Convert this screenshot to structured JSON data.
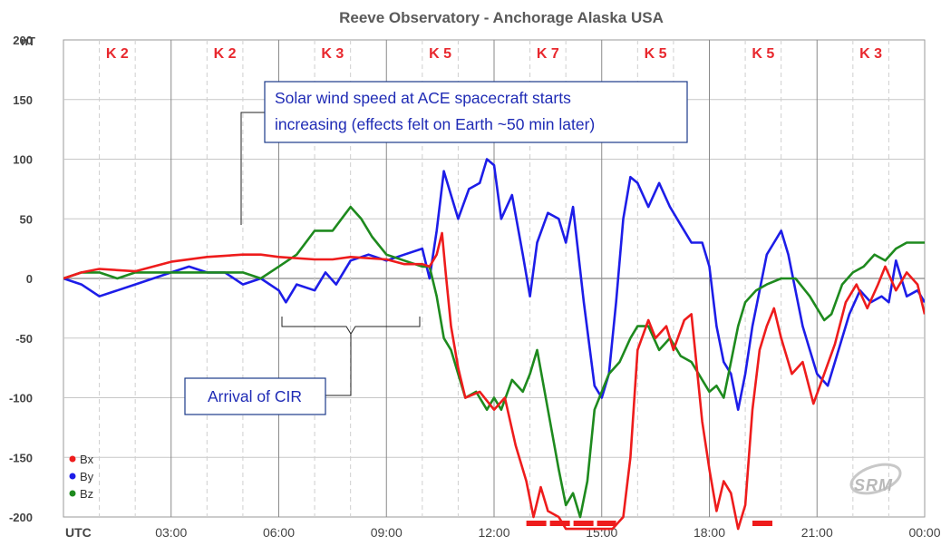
{
  "chart_data": {
    "type": "line",
    "title": "Reeve Observatory - Anchorage Alaska USA",
    "ylabel": "nT",
    "xlabel": "UTC",
    "ylim": [
      -200,
      200
    ],
    "y_ticks": [
      200,
      150,
      100,
      50,
      0,
      -50,
      -100,
      -150,
      -200
    ],
    "xlim": [
      0,
      24
    ],
    "x_tick_labels": [
      "UTC",
      "03:00",
      "06:00",
      "09:00",
      "12:00",
      "15:00",
      "18:00",
      "21:00",
      "00:00"
    ],
    "grid": true,
    "legend": "bottom-left",
    "k_index": [
      "K 2",
      "K 2",
      "K 3",
      "K 5",
      "K 7",
      "K 5",
      "K 5",
      "K 3"
    ],
    "annotations": [
      "Solar wind speed at ACE spacecraft starts increasing (effects felt on Earth ~50 min later)",
      "Arrival of CIR"
    ],
    "series": [
      {
        "name": "Bx",
        "color": "#ee1c1c",
        "points": [
          [
            0,
            0
          ],
          [
            0.5,
            5
          ],
          [
            1,
            8
          ],
          [
            2,
            6
          ],
          [
            3,
            14
          ],
          [
            4,
            18
          ],
          [
            5,
            20
          ],
          [
            5.5,
            20
          ],
          [
            6,
            18
          ],
          [
            7,
            16
          ],
          [
            7.5,
            16
          ],
          [
            8,
            18
          ],
          [
            9,
            16
          ],
          [
            9.5,
            12
          ],
          [
            10,
            12
          ],
          [
            10.2,
            10
          ],
          [
            10.4,
            20
          ],
          [
            10.55,
            38
          ],
          [
            10.65,
            5
          ],
          [
            10.8,
            -40
          ],
          [
            11,
            -75
          ],
          [
            11.2,
            -100
          ],
          [
            11.6,
            -95
          ],
          [
            12,
            -110
          ],
          [
            12.3,
            -100
          ],
          [
            12.6,
            -140
          ],
          [
            12.9,
            -170
          ],
          [
            13.1,
            -200
          ],
          [
            13.3,
            -175
          ],
          [
            13.5,
            -195
          ],
          [
            13.8,
            -200
          ],
          [
            14,
            -210
          ],
          [
            14.3,
            -210
          ],
          [
            14.6,
            -210
          ],
          [
            15,
            -210
          ],
          [
            15.3,
            -210
          ],
          [
            15.6,
            -200
          ],
          [
            15.8,
            -150
          ],
          [
            16,
            -60
          ],
          [
            16.3,
            -35
          ],
          [
            16.5,
            -50
          ],
          [
            16.8,
            -40
          ],
          [
            17,
            -60
          ],
          [
            17.3,
            -35
          ],
          [
            17.5,
            -30
          ],
          [
            17.6,
            -60
          ],
          [
            17.8,
            -120
          ],
          [
            18,
            -160
          ],
          [
            18.2,
            -195
          ],
          [
            18.4,
            -170
          ],
          [
            18.6,
            -180
          ],
          [
            18.8,
            -210
          ],
          [
            19,
            -190
          ],
          [
            19.2,
            -110
          ],
          [
            19.4,
            -60
          ],
          [
            19.6,
            -40
          ],
          [
            19.8,
            -25
          ],
          [
            20,
            -50
          ],
          [
            20.3,
            -80
          ],
          [
            20.6,
            -70
          ],
          [
            20.9,
            -105
          ],
          [
            21.2,
            -80
          ],
          [
            21.5,
            -55
          ],
          [
            21.8,
            -20
          ],
          [
            22.1,
            -5
          ],
          [
            22.4,
            -25
          ],
          [
            22.7,
            -5
          ],
          [
            22.9,
            10
          ],
          [
            23.2,
            -10
          ],
          [
            23.5,
            5
          ],
          [
            23.8,
            -5
          ],
          [
            24,
            -30
          ]
        ]
      },
      {
        "name": "By",
        "color": "#1d1de8",
        "points": [
          [
            0,
            0
          ],
          [
            0.5,
            -5
          ],
          [
            1,
            -15
          ],
          [
            1.5,
            -10
          ],
          [
            2,
            -5
          ],
          [
            2.5,
            0
          ],
          [
            3,
            5
          ],
          [
            3.5,
            10
          ],
          [
            4,
            5
          ],
          [
            4.5,
            5
          ],
          [
            5,
            -5
          ],
          [
            5.5,
            0
          ],
          [
            6,
            -10
          ],
          [
            6.2,
            -20
          ],
          [
            6.5,
            -5
          ],
          [
            7,
            -10
          ],
          [
            7.3,
            5
          ],
          [
            7.6,
            -5
          ],
          [
            8,
            15
          ],
          [
            8.5,
            20
          ],
          [
            9,
            15
          ],
          [
            9.5,
            20
          ],
          [
            10,
            25
          ],
          [
            10.2,
            0
          ],
          [
            10.4,
            40
          ],
          [
            10.6,
            90
          ],
          [
            10.8,
            70
          ],
          [
            11,
            50
          ],
          [
            11.3,
            75
          ],
          [
            11.6,
            80
          ],
          [
            11.8,
            100
          ],
          [
            12,
            95
          ],
          [
            12.2,
            50
          ],
          [
            12.5,
            70
          ],
          [
            12.8,
            20
          ],
          [
            13,
            -15
          ],
          [
            13.2,
            30
          ],
          [
            13.5,
            55
          ],
          [
            13.8,
            50
          ],
          [
            14,
            30
          ],
          [
            14.2,
            60
          ],
          [
            14.5,
            -20
          ],
          [
            14.8,
            -90
          ],
          [
            15,
            -100
          ],
          [
            15.2,
            -80
          ],
          [
            15.4,
            -20
          ],
          [
            15.6,
            50
          ],
          [
            15.8,
            85
          ],
          [
            16,
            80
          ],
          [
            16.3,
            60
          ],
          [
            16.6,
            80
          ],
          [
            16.9,
            60
          ],
          [
            17.2,
            45
          ],
          [
            17.5,
            30
          ],
          [
            17.8,
            30
          ],
          [
            18,
            10
          ],
          [
            18.2,
            -40
          ],
          [
            18.4,
            -70
          ],
          [
            18.6,
            -80
          ],
          [
            18.8,
            -110
          ],
          [
            19,
            -80
          ],
          [
            19.2,
            -40
          ],
          [
            19.4,
            -10
          ],
          [
            19.6,
            20
          ],
          [
            19.8,
            30
          ],
          [
            20,
            40
          ],
          [
            20.2,
            20
          ],
          [
            20.4,
            -10
          ],
          [
            20.6,
            -40
          ],
          [
            20.8,
            -60
          ],
          [
            21,
            -80
          ],
          [
            21.3,
            -90
          ],
          [
            21.6,
            -60
          ],
          [
            21.9,
            -30
          ],
          [
            22.2,
            -10
          ],
          [
            22.5,
            -20
          ],
          [
            22.8,
            -15
          ],
          [
            23,
            -20
          ],
          [
            23.2,
            15
          ],
          [
            23.5,
            -15
          ],
          [
            23.8,
            -10
          ],
          [
            24,
            -20
          ]
        ]
      },
      {
        "name": "Bz",
        "color": "#1e8a1e",
        "points": [
          [
            0,
            0
          ],
          [
            0.5,
            5
          ],
          [
            1,
            5
          ],
          [
            1.5,
            0
          ],
          [
            2,
            5
          ],
          [
            2.5,
            5
          ],
          [
            3,
            5
          ],
          [
            3.5,
            5
          ],
          [
            4,
            5
          ],
          [
            4.5,
            5
          ],
          [
            5,
            5
          ],
          [
            5.5,
            0
          ],
          [
            6,
            10
          ],
          [
            6.5,
            20
          ],
          [
            7,
            40
          ],
          [
            7.5,
            40
          ],
          [
            8,
            60
          ],
          [
            8.3,
            50
          ],
          [
            8.6,
            35
          ],
          [
            9,
            20
          ],
          [
            9.5,
            15
          ],
          [
            10,
            10
          ],
          [
            10.2,
            10
          ],
          [
            10.4,
            -15
          ],
          [
            10.6,
            -50
          ],
          [
            10.8,
            -60
          ],
          [
            11,
            -80
          ],
          [
            11.2,
            -100
          ],
          [
            11.5,
            -95
          ],
          [
            11.8,
            -110
          ],
          [
            12,
            -100
          ],
          [
            12.2,
            -110
          ],
          [
            12.5,
            -85
          ],
          [
            12.8,
            -95
          ],
          [
            13,
            -80
          ],
          [
            13.2,
            -60
          ],
          [
            13.5,
            -110
          ],
          [
            13.8,
            -160
          ],
          [
            14,
            -190
          ],
          [
            14.2,
            -180
          ],
          [
            14.4,
            -200
          ],
          [
            14.6,
            -170
          ],
          [
            14.8,
            -110
          ],
          [
            15,
            -95
          ],
          [
            15.2,
            -80
          ],
          [
            15.5,
            -70
          ],
          [
            15.8,
            -50
          ],
          [
            16,
            -40
          ],
          [
            16.3,
            -40
          ],
          [
            16.6,
            -60
          ],
          [
            16.9,
            -50
          ],
          [
            17.2,
            -65
          ],
          [
            17.5,
            -70
          ],
          [
            17.8,
            -85
          ],
          [
            18,
            -95
          ],
          [
            18.2,
            -90
          ],
          [
            18.4,
            -100
          ],
          [
            18.6,
            -70
          ],
          [
            18.8,
            -40
          ],
          [
            19,
            -20
          ],
          [
            19.3,
            -10
          ],
          [
            19.6,
            -5
          ],
          [
            20,
            0
          ],
          [
            20.4,
            0
          ],
          [
            20.8,
            -15
          ],
          [
            21,
            -25
          ],
          [
            21.2,
            -35
          ],
          [
            21.4,
            -30
          ],
          [
            21.7,
            -5
          ],
          [
            22,
            5
          ],
          [
            22.3,
            10
          ],
          [
            22.6,
            20
          ],
          [
            22.9,
            15
          ],
          [
            23.2,
            25
          ],
          [
            23.5,
            30
          ],
          [
            24,
            30
          ]
        ]
      }
    ],
    "storm_marks": [
      [
        12.9,
        15.4
      ],
      [
        19.2,
        19.8
      ]
    ]
  },
  "watermark": "SRM"
}
